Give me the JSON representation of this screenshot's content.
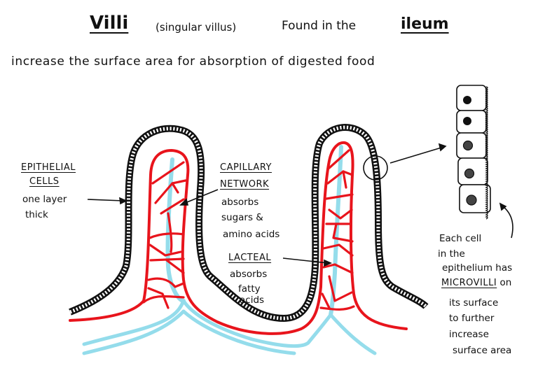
{
  "title": {
    "main": "Villi",
    "aside": "(singular villus)",
    "found": "Found in the",
    "location": "ileum"
  },
  "subtitle": "increase the surface area for absorption of digested food",
  "labels": {
    "epithelial": {
      "heading_1": "EPITHELIAL",
      "heading_2": "CELLS",
      "line_1": "one layer",
      "line_2": "thick"
    },
    "capillary": {
      "heading_1": "CAPILLARY",
      "heading_2": "NETWORK",
      "line_1": "absorbs",
      "line_2": "sugars &",
      "line_3": "amino acids"
    },
    "lacteal": {
      "heading": "LACTEAL",
      "line_1": "absorbs",
      "line_2": "fatty",
      "line_3": "acids"
    },
    "microvilli_note": {
      "line_1": "Each cell",
      "line_2": "in the",
      "line_3": "epithelium has",
      "line_4_heading": "MICROVILLI",
      "line_4_rest": "on",
      "line_5": "its surface",
      "line_6": "to further",
      "line_7": "increase",
      "line_8": "surface area"
    }
  },
  "colors": {
    "ink": "#111111",
    "capillary_red": "#e8141c",
    "lacteal_blue": "#8fdbea",
    "background": "#ffffff"
  },
  "structures": [
    "villus-left",
    "villus-right",
    "epithelium-outline",
    "capillary-network",
    "lacteal",
    "magnified-epithelial-cells"
  ],
  "magnified_cells_count": 5
}
